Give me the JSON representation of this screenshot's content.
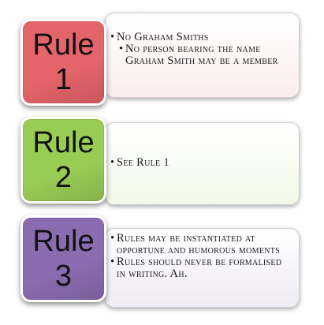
{
  "rules": [
    {
      "word": "Rule",
      "number": "1",
      "box_color": "#e3646a",
      "panel_color": "#fbeced",
      "bullets": [
        {
          "text": "No Graham Smiths",
          "level": 1
        },
        {
          "text": "No person bearing the name Graham Smith may be a member",
          "level": 2
        }
      ]
    },
    {
      "word": "Rule",
      "number": "2",
      "box_color": "#99cc55",
      "panel_color": "#f2f8e8",
      "bullets": [
        {
          "text": "See Rule 1",
          "level": 1
        }
      ]
    },
    {
      "word": "Rule",
      "number": "3",
      "box_color": "#8a6cb0",
      "panel_color": "#efebf4",
      "bullets": [
        {
          "text": "Rules may be instantiated at opportune and humorous moments",
          "level": 1
        },
        {
          "text": "Rules should never be formalised in writing. Ah.",
          "level": 1
        }
      ]
    }
  ]
}
